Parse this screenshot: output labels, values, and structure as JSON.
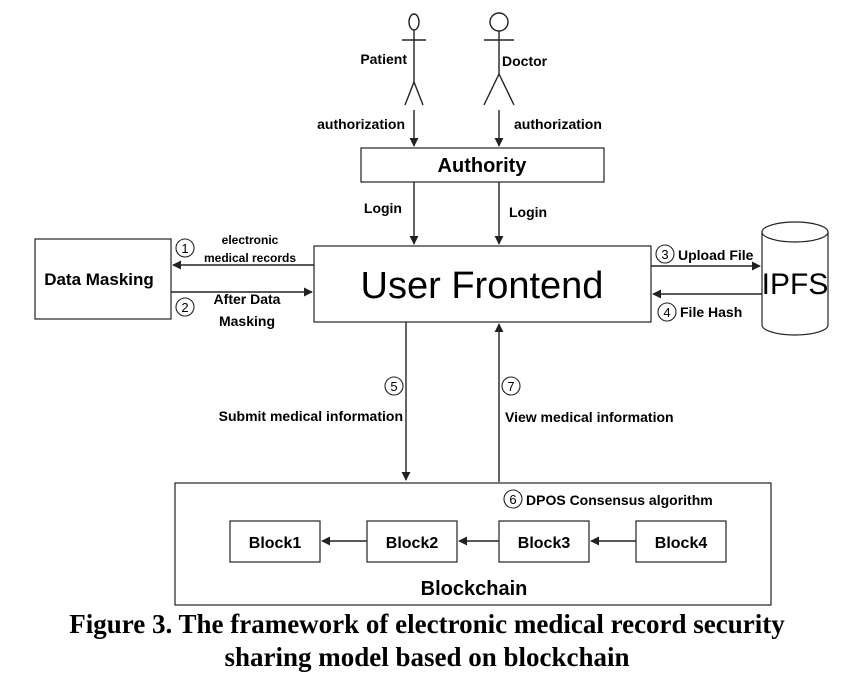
{
  "actors": {
    "patient": "Patient",
    "doctor": "Doctor"
  },
  "edges": {
    "authorization_patient": "authorization",
    "authorization_doctor": "authorization",
    "login_left": "Login",
    "login_right": "Login",
    "step1_line1": "electronic",
    "step1_line2": "medical records",
    "step2_line1": "After Data",
    "step2_line2": "Masking",
    "step3": "Upload File",
    "step4": "File Hash",
    "step5": "Submit medical information",
    "step7": "View medical information",
    "step6": "DPOS Consensus algorithm"
  },
  "markers": {
    "s1": "1",
    "s2": "2",
    "s3": "3",
    "s4": "4",
    "s5": "5",
    "s6": "6",
    "s7": "7"
  },
  "nodes": {
    "authority": "Authority",
    "user_frontend": "User Frontend",
    "data_masking": "Data Masking",
    "ipfs": "IPFS",
    "blockchain": "Blockchain",
    "blocks": [
      "Block1",
      "Block2",
      "Block3",
      "Block4"
    ]
  },
  "caption": {
    "line1": "Figure 3. The framework of electronic medical record security",
    "line2": "sharing model based on blockchain"
  }
}
